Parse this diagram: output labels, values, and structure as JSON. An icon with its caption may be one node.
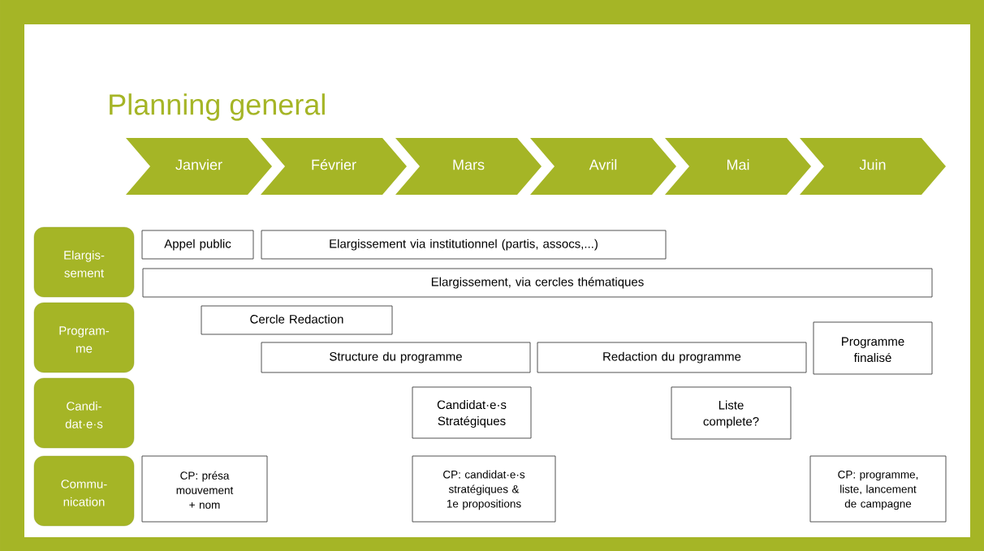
{
  "diagram": {
    "title": "Planning general",
    "nodes": [
      {
        "text": [
          "Janvier"
        ]
      },
      {
        "text": [
          "Février"
        ]
      },
      {
        "text": [
          "Mars"
        ]
      },
      {
        "text": [
          "Avril"
        ]
      },
      {
        "text": [
          "Mai"
        ]
      },
      {
        "text": [
          "Juin"
        ]
      },
      {
        "text": [
          "Elargis- sement"
        ]
      },
      {
        "text": [
          "Appel public"
        ]
      },
      {
        "text": [
          "Elargissement via institutionnel (partis, assocs,...)"
        ]
      },
      {
        "text": [
          "Elargissement, via cercles thématiques"
        ]
      },
      {
        "text": [
          "Program- me"
        ]
      },
      {
        "text": [
          "Cercle Redaction"
        ]
      },
      {
        "text": [
          "Structure du programme"
        ]
      },
      {
        "text": [
          "Redaction du programme"
        ]
      },
      {
        "text": [
          "Programme finalisé"
        ]
      },
      {
        "text": [
          "Candi- dat·e·s"
        ]
      },
      {
        "text": [
          "Candidat·e·s Stratégiques"
        ]
      },
      {
        "text": [
          "Liste complete?"
        ]
      },
      {
        "text": [
          "Commu- nication"
        ]
      },
      {
        "text": [
          "CP: présa mouvement + nom"
        ]
      },
      {
        "text": [
          "CP: candidat·e·s stratégiques & 1e propositions"
        ]
      },
      {
        "text": [
          "CP: programme, liste, lancement de campagne"
        ]
      }
    ]
  }
}
